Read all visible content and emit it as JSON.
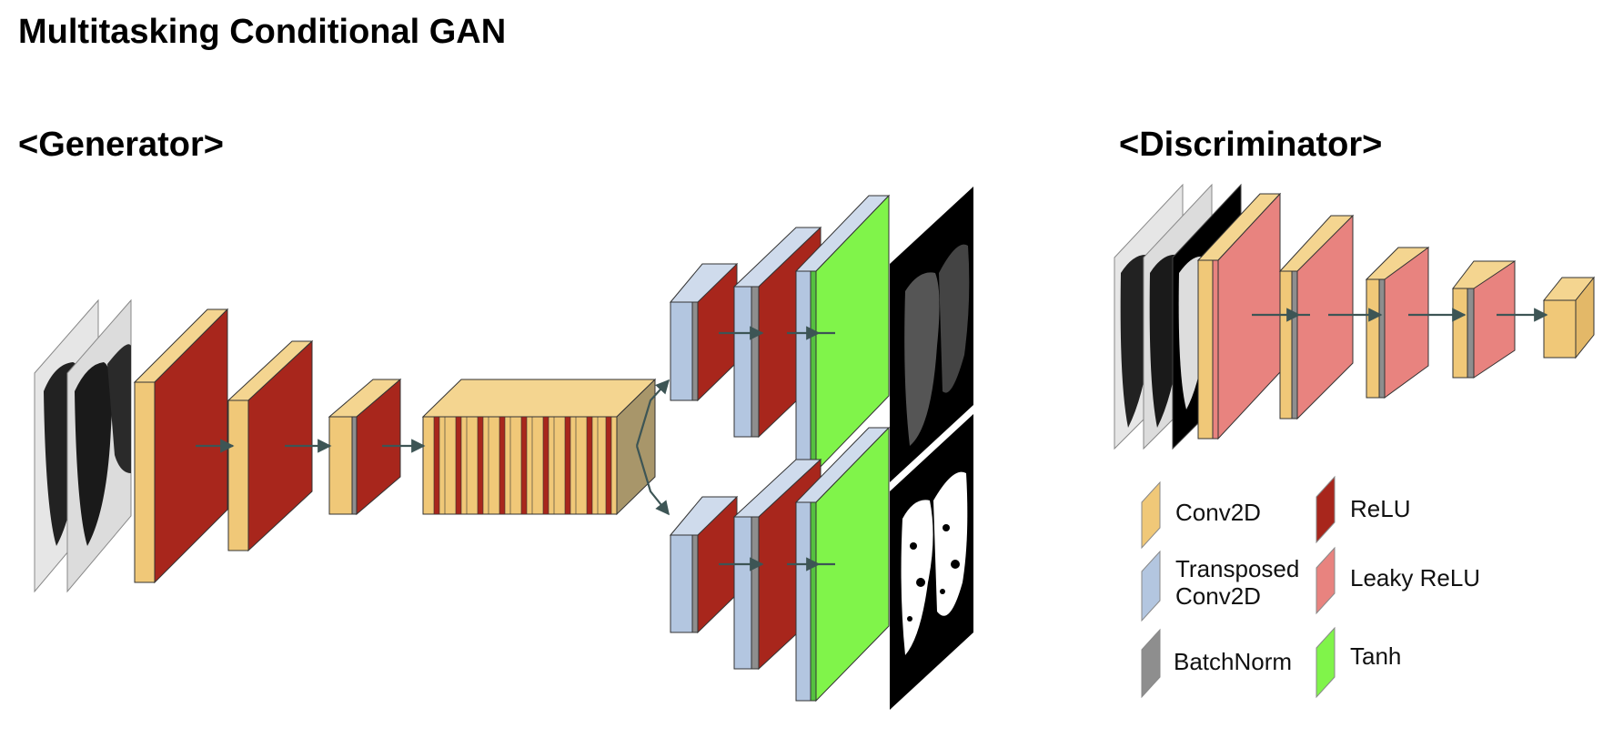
{
  "title": "Multitasking Conditional GAN",
  "sections": {
    "generator": "<Generator>",
    "discriminator": "<Discriminator>"
  },
  "legend": [
    {
      "label": "Conv2D",
      "color": "#f0c878"
    },
    {
      "label": "ReLU",
      "color": "#a8261c"
    },
    {
      "label": "Transposed\nConv2D",
      "color": "#b3c6e0"
    },
    {
      "label": "Leaky ReLU",
      "color": "#e8837f"
    },
    {
      "label": "BatchNorm",
      "color": "#8e8e8e"
    },
    {
      "label": "Tanh",
      "color": "#80f44a"
    }
  ],
  "colors": {
    "conv2d": "#f0c878",
    "relu": "#a8261c",
    "transposed_conv2d": "#b3c6e0",
    "leaky_relu": "#e8837f",
    "batchnorm": "#8e8e8e",
    "tanh": "#80f44a",
    "arrow": "#3d5555"
  }
}
